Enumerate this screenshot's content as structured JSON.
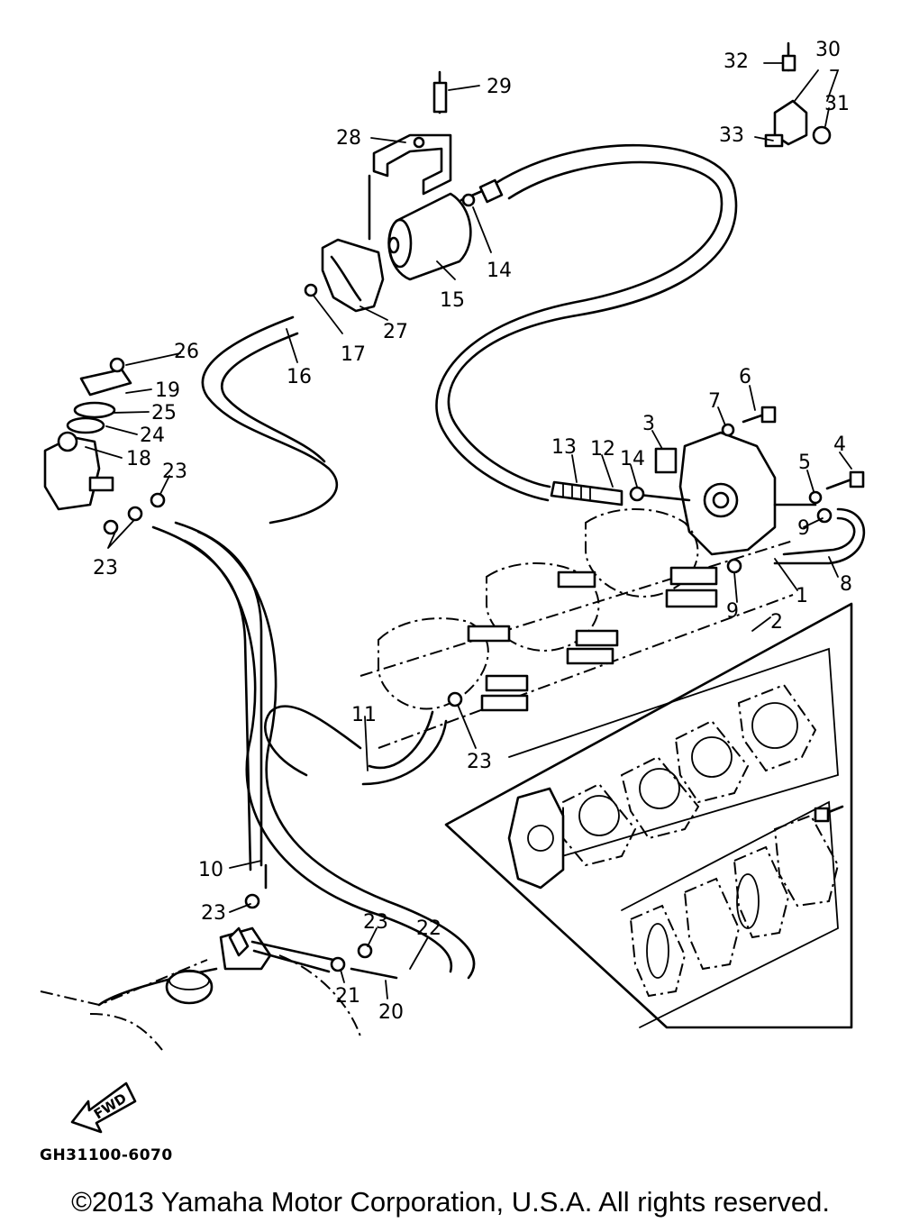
{
  "diagram": {
    "code": "GH31100-6070",
    "fwd_label": "FWD",
    "copyright": "©2013 Yamaha Motor Corporation, U.S.A. All rights reserved.",
    "callouts": {
      "n1": "1",
      "n2": "2",
      "n3": "3",
      "n4": "4",
      "n5": "5",
      "n6": "6",
      "n7": "7",
      "n8": "8",
      "n9a": "9",
      "n9b": "9",
      "n10": "10",
      "n11": "11",
      "n12": "12",
      "n13": "13",
      "n14a": "14",
      "n14b": "14",
      "n15": "15",
      "n16": "16",
      "n17": "17",
      "n18": "18",
      "n19": "19",
      "n20": "20",
      "n21": "21",
      "n22": "22",
      "n23a": "23",
      "n23b": "23",
      "n23c": "23",
      "n23d": "23",
      "n23e": "23",
      "n24": "24",
      "n25": "25",
      "n26": "26",
      "n27": "27",
      "n28": "28",
      "n29": "29",
      "n30": "30",
      "n31": "31",
      "n32": "32",
      "n33": "33"
    }
  }
}
